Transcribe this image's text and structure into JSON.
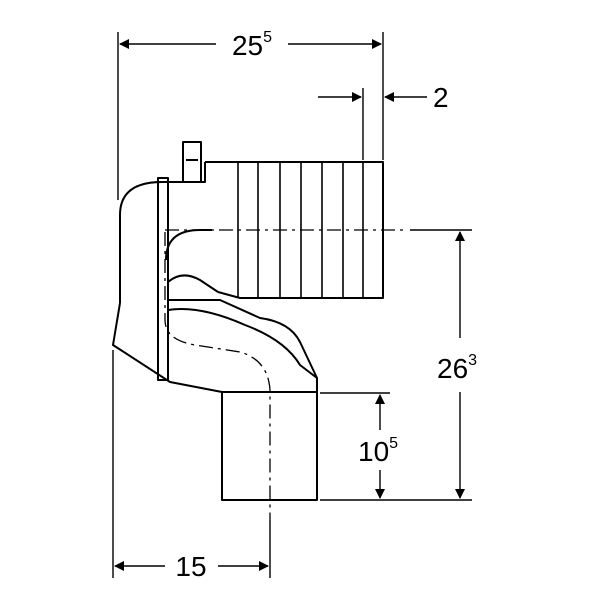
{
  "dimensions": {
    "top_width": {
      "base": "25",
      "sup": "5"
    },
    "spigot_offset": {
      "base": "2",
      "sup": ""
    },
    "total_height": {
      "base": "26",
      "sup": "3"
    },
    "outlet_height": {
      "base": "10",
      "sup": "5"
    },
    "bottom_width": {
      "base": "15",
      "sup": ""
    }
  }
}
